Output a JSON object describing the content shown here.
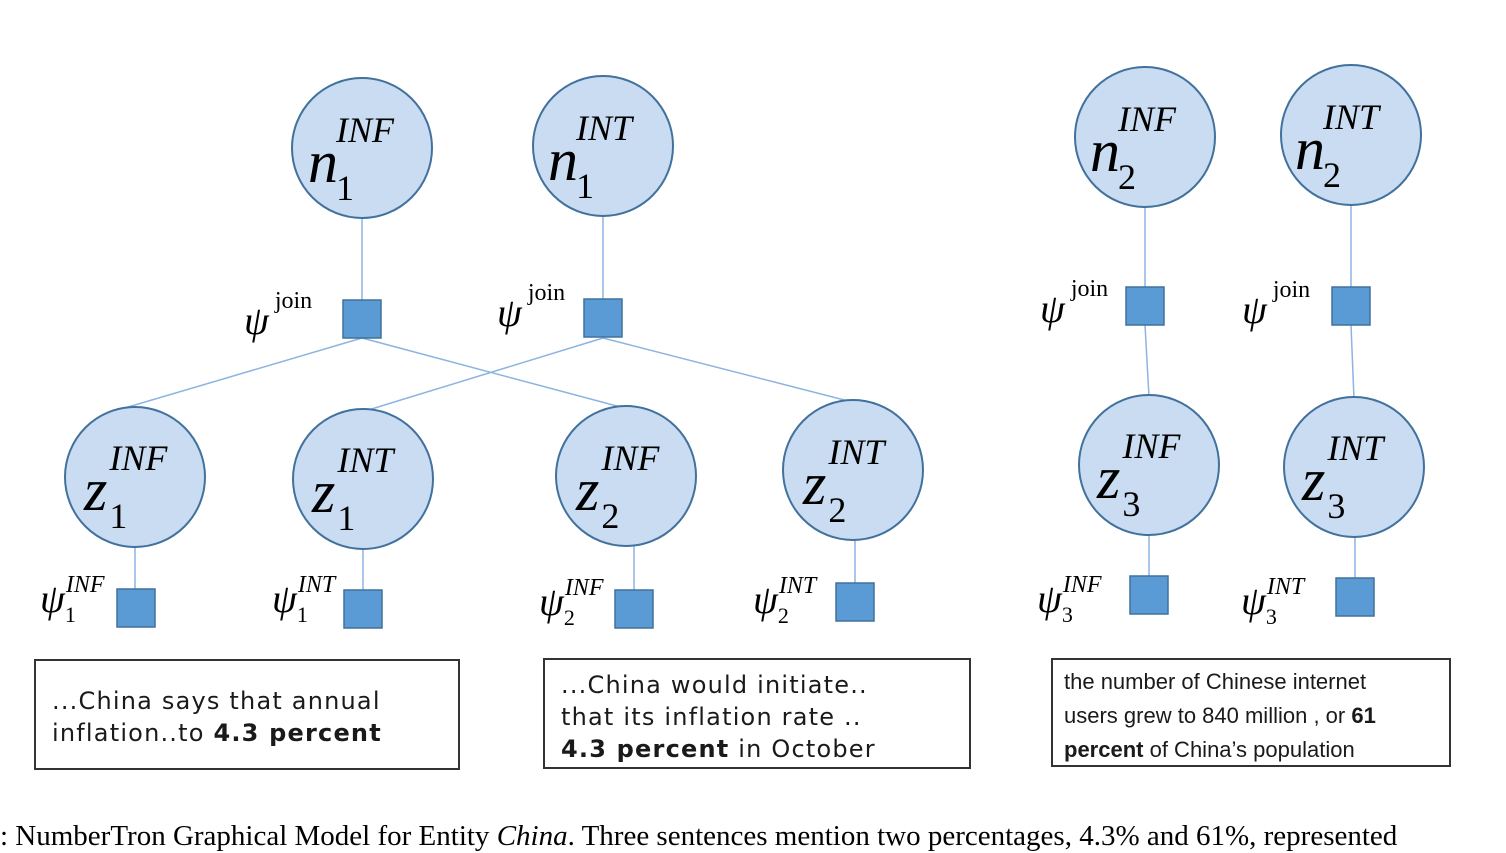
{
  "diagram": {
    "n1_inf": {
      "main": "n",
      "sub": "1",
      "sup": "INF"
    },
    "n1_int": {
      "main": "n",
      "sub": "1",
      "sup": "INT"
    },
    "n2_inf": {
      "main": "n",
      "sub": "2",
      "sup": "INF"
    },
    "n2_int": {
      "main": "n",
      "sub": "2",
      "sup": "INT"
    },
    "z1_inf": {
      "main": "z",
      "sub": "1",
      "sup": "INF"
    },
    "z1_int": {
      "main": "z",
      "sub": "1",
      "sup": "INT"
    },
    "z2_inf": {
      "main": "z",
      "sub": "2",
      "sup": "INF"
    },
    "z2_int": {
      "main": "z",
      "sub": "2",
      "sup": "INT"
    },
    "z3_inf": {
      "main": "z",
      "sub": "3",
      "sup": "INF"
    },
    "z3_int": {
      "main": "z",
      "sub": "3",
      "sup": "INT"
    },
    "psi_symbol": "ψ",
    "join_label": "join",
    "psi1_inf": {
      "sub": "1",
      "sup": "INF"
    },
    "psi1_int": {
      "sub": "1",
      "sup": "INT"
    },
    "psi2_inf": {
      "sub": "2",
      "sup": "INF"
    },
    "psi2_int": {
      "sub": "2",
      "sup": "INT"
    },
    "psi3_inf": {
      "sub": "3",
      "sup": "INF"
    },
    "psi3_int": {
      "sub": "3",
      "sup": "INT"
    }
  },
  "sentences": {
    "s1": {
      "line1": "...China says that annual",
      "line2_plain": "inflation..to ",
      "line2_bold": "4.3 percent"
    },
    "s2": {
      "line1": "...China would initiate..",
      "line2": "that its inflation rate ..",
      "line3_bold": "4.3 percent",
      "line3_plain": " in October"
    },
    "s3": {
      "line1": "the number of Chinese internet",
      "line2_plain": "users grew to 840 million , or ",
      "line2_bold": "61",
      "line3_bold": "percent",
      "line3_plain": " of China’s population"
    }
  },
  "caption": {
    "prefix": ": NumberTron Graphical Model for Entity ",
    "entity": "China",
    "suffix": ". Three sentences mention two percentages, 4.3% and 61%, represented"
  },
  "colors": {
    "node_fill": "#c9dcf1",
    "node_stroke": "#41719c",
    "factor_fill": "#5b9bd5",
    "edge": "#8db3e2"
  }
}
